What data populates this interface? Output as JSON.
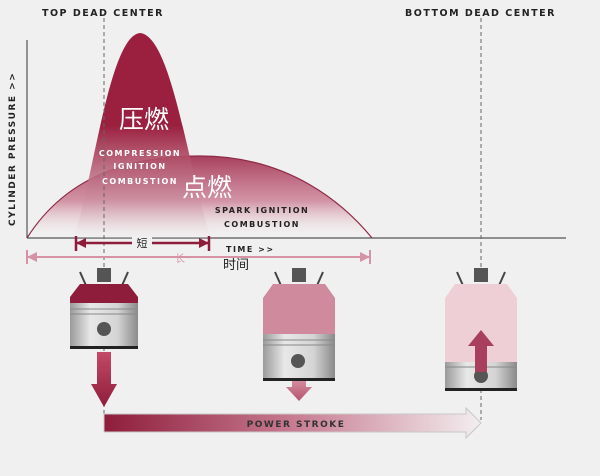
{
  "labels": {
    "top_dead_center": "TOP DEAD CENTER",
    "bottom_dead_center": "BOTTOM DEAD CENTER",
    "y_axis": "CYLINDER PRESSURE >>",
    "x_axis": "TIME >>",
    "x_axis_cn": "时间",
    "compression_cn": "压燃",
    "compression_line1": "COMPRESSION",
    "compression_line2": "IGNITION",
    "compression_line3": "COMBUSTION",
    "spark_cn": "点燃",
    "spark_line1": "SPARK IGNITION",
    "spark_line2": "COMBUSTION",
    "short_cn": "短",
    "long_cn": "长",
    "power_stroke": "POWER STROKE"
  },
  "colors": {
    "background": "#f1f0f0",
    "compression_red": "#9b1f3f",
    "spark_rose": "#c25a73",
    "pink_arrow": "#d693a6",
    "power_arrow": "#a8405d",
    "piston_gray": "#c9c9c9"
  }
}
